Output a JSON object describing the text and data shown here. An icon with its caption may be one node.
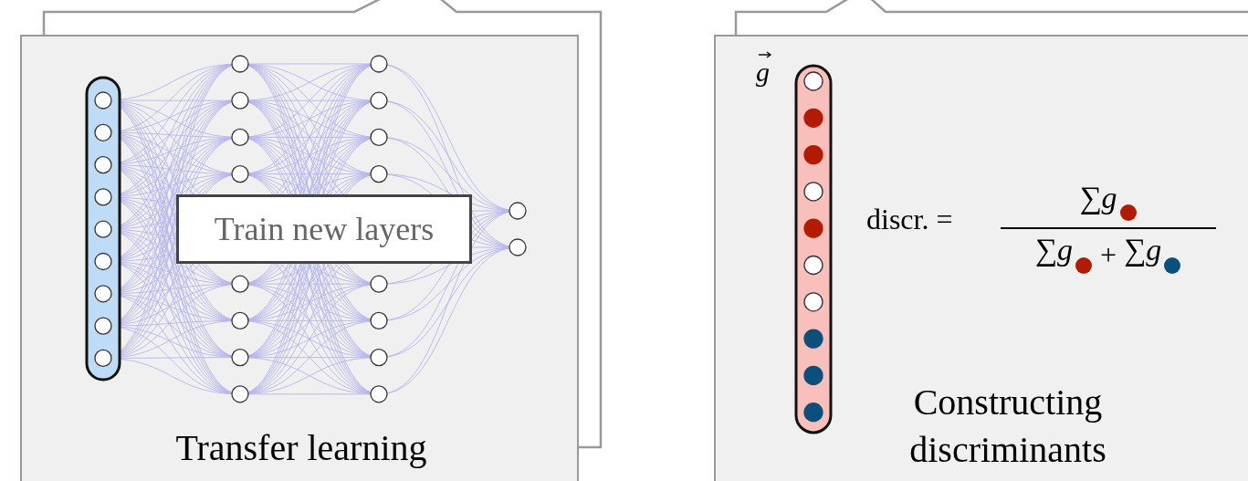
{
  "diagram": {
    "nodes": [
      {
        "text": [
          "Transfer learning"
        ]
      },
      {
        "text": [
          "Train new layers"
        ],
        "in": 0
      },
      {
        "text": [
          "Constructing discriminants"
        ]
      }
    ],
    "labels": [
      "g",
      "discr. =",
      "∑g",
      "∑g",
      "+",
      "∑g"
    ]
  }
}
